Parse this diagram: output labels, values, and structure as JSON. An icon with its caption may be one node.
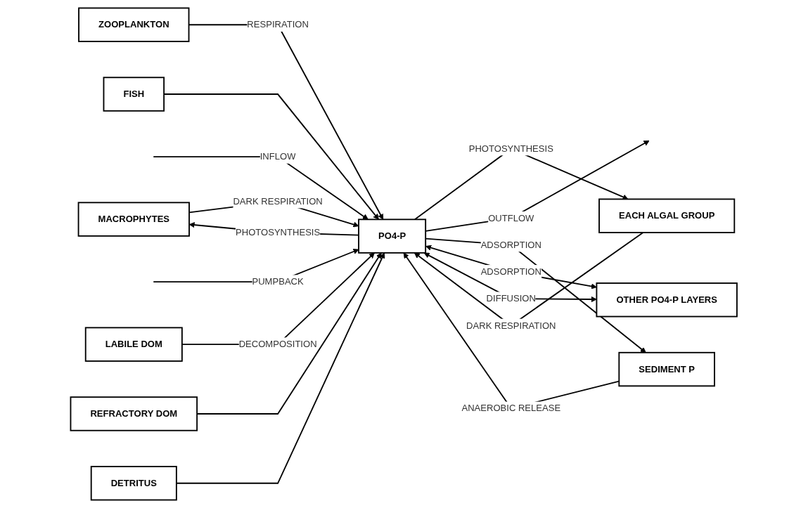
{
  "diagram": {
    "nodes": [
      {
        "text": [
          "MACROPHYTES"
        ]
      },
      {
        "text": [
          "EACH ALGAL GROUP"
        ]
      },
      {
        "text": [
          "ZOOPLANKTON"
        ]
      },
      {
        "text": [
          "FISH"
        ]
      },
      {
        "text": [
          "PO4-P"
        ]
      },
      {
        "text": [
          "LABILE DOM"
        ]
      },
      {
        "text": [
          "REFRACTORY DOM"
        ]
      },
      {
        "text": [
          "DETRITUS"
        ]
      },
      {
        "text": [
          "SEDIMENT P"
        ]
      },
      {
        "text": [
          "OTHER PO4-P LAYERS"
        ]
      }
    ],
    "edges": [
      {
        "from": 0,
        "to": 4,
        "arrow": "to",
        "label": "DARK RESPIRATION"
      },
      {
        "from": 4,
        "to": 0,
        "arrow": "to",
        "label": "PHOTOSYNTHESIS"
      },
      {
        "from": 1,
        "to": 4,
        "arrow": "to",
        "label": "DARK RESPIRATION"
      },
      {
        "from": 4,
        "to": 1,
        "arrow": "to",
        "label": "PHOTOSYNTHESIS"
      },
      {
        "from": 2,
        "to": 4,
        "arrow": "to",
        "label": "RESPIRATION"
      },
      {
        "from": 3,
        "to": 4,
        "arrow": "to"
      },
      {
        "from": null,
        "to": 4,
        "arrow": "to",
        "label": "INFLOW"
      },
      {
        "from": 4,
        "to": null,
        "arrow": "to",
        "label": "OUTFLOW"
      },
      {
        "from": null,
        "to": 4,
        "arrow": "to",
        "label": "PUMPBACK"
      },
      {
        "from": 5,
        "to": 4,
        "arrow": "to",
        "label": "DECOMPOSITION"
      },
      {
        "from": 6,
        "to": 4,
        "arrow": "to"
      },
      {
        "from": 7,
        "to": 4,
        "arrow": "to"
      },
      {
        "from": 8,
        "to": 4,
        "arrow": "to",
        "label": "ANAEROBIC RELEASE"
      },
      {
        "from": 4,
        "to": 8,
        "arrow": "to",
        "label": "ADSORPTION"
      },
      {
        "from": 4,
        "to": 9,
        "arrow": "both",
        "label": "ADSORPTION"
      },
      {
        "from": 4,
        "to": 9,
        "arrow": "both",
        "label": "DIFFUSION"
      }
    ]
  }
}
